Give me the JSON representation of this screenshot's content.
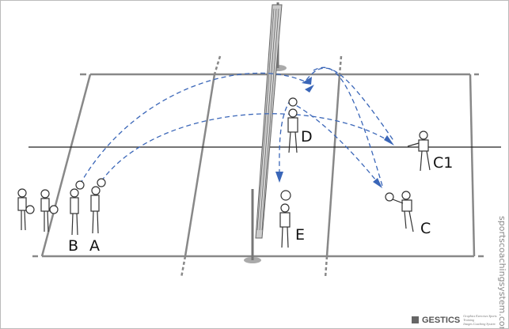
{
  "players": {
    "a": "A",
    "b": "B",
    "c": "C",
    "c1": "C1",
    "d": "D",
    "e": "E"
  },
  "watermark": "sportscoachingsystem.com",
  "brand": {
    "name": "GESTICS",
    "tagline1": "Graphics Exercises Sports Training",
    "tagline2": "Images Coaching System"
  },
  "colors": {
    "path": "#3a66b8",
    "court": "#888888"
  }
}
